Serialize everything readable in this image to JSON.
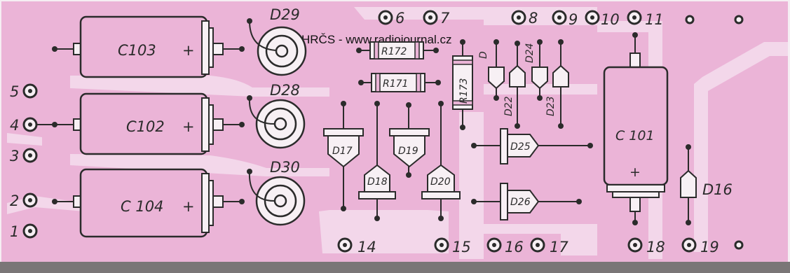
{
  "watermark": "HRČS - www.radiojournal.cz",
  "colors": {
    "board": "#ebb4d7",
    "trace": "#f3d7ea",
    "paper": "#f5eef3",
    "ink": "#2b2b2b",
    "body": "#f7f0f4"
  },
  "capacitors": {
    "c103": {
      "label": "C103",
      "plus": "+"
    },
    "c102": {
      "label": "C102",
      "plus": "+"
    },
    "c104": {
      "label": "C 104",
      "plus": "+"
    },
    "c101": {
      "label": "C 101",
      "plus": "+"
    }
  },
  "inductors": {
    "d29": "D29",
    "d28": "D28",
    "d30": "D30"
  },
  "resistors": {
    "r172": "R172",
    "r171": "R171",
    "r173": "R173"
  },
  "diodes": {
    "d17": "D17",
    "d18": "D18",
    "d19": "D19",
    "d20": "D20",
    "d21": "D",
    "d22": "D22",
    "d23": "D23",
    "d24": "D24",
    "d25": "D25",
    "d26": "D26",
    "d16": "D16"
  },
  "terminals": {
    "t1": "1",
    "t2": "2",
    "t3": "3",
    "t4": "4",
    "t5": "5",
    "t6": "6",
    "t7": "7",
    "t8": "8",
    "t9": "9",
    "t10": "10",
    "t11": "11",
    "t14": "14",
    "t15": "15",
    "t16": "16",
    "t17": "17",
    "t18": "18",
    "t19": "19"
  }
}
